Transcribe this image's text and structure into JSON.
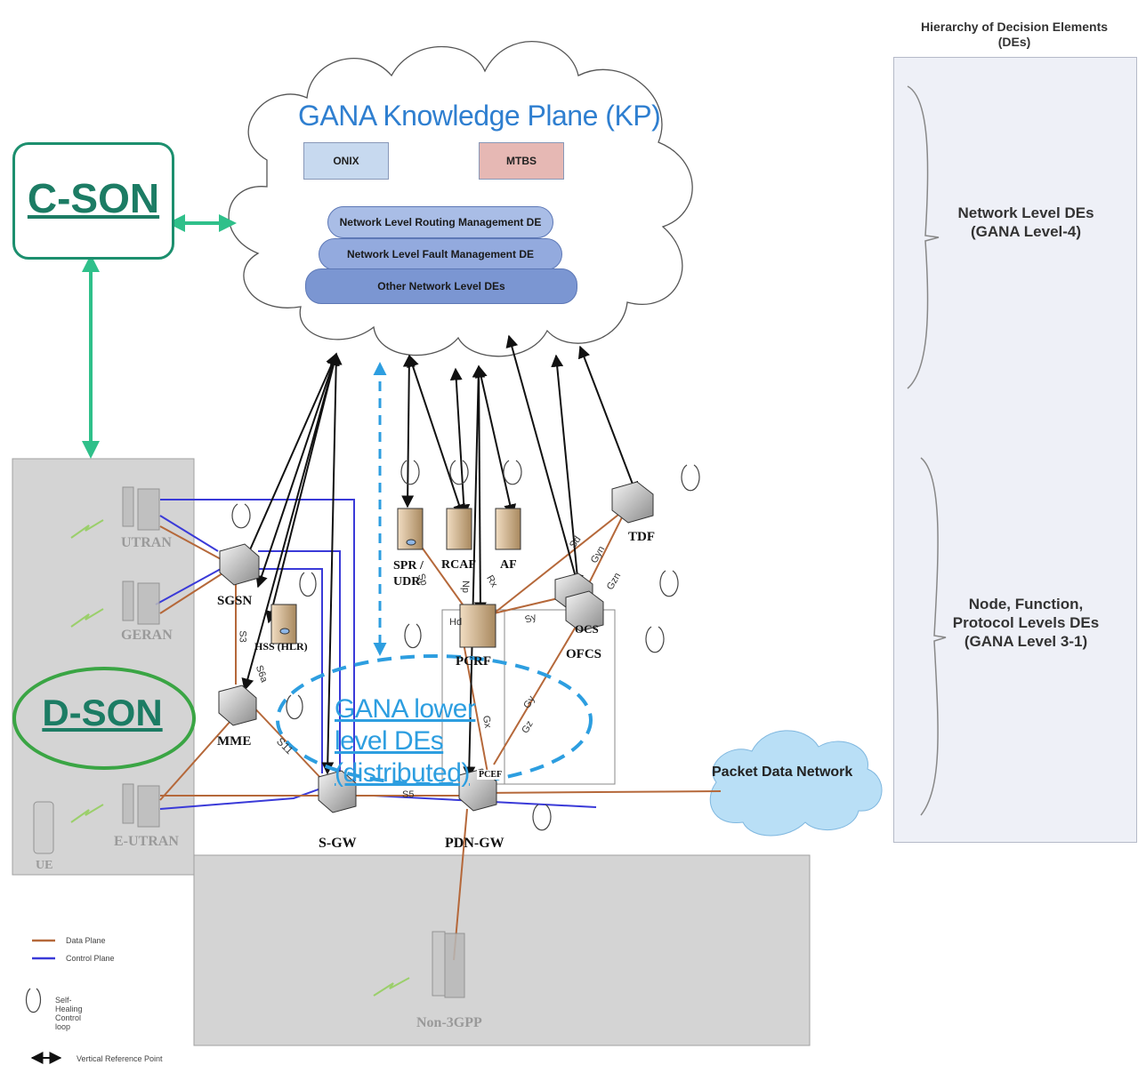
{
  "hierarchy": {
    "title": "Hierarchy of Decision Elements (DEs)",
    "upper": "Network Level DEs (GANA Level-4)",
    "lower": "Node, Function, Protocol Levels DEs (GANA Level 3-1)"
  },
  "c_son": "C-SON",
  "d_son": "D-SON",
  "knowledge_plane": {
    "title": "GANA Knowledge Plane (KP)",
    "boxes": [
      "ONIX",
      "MTBS"
    ],
    "layers": [
      "Network Level Routing Management DE",
      "Network Level Fault Management DE",
      "Other Network Level DEs"
    ]
  },
  "lower_level_des": "GANA lower level DEs (distributed)",
  "nodes": {
    "utran": "UTRAN",
    "geran": "GERAN",
    "eutran": "E-UTRAN",
    "ue": "UE",
    "sgsn": "SGSN",
    "hss": "HSS (HLR)",
    "mme": "MME",
    "sgw": "S-GW",
    "pdngw": "PDN-GW",
    "pcef": "PCEF",
    "spr": "SPR / UDR",
    "rcaf": "RCAF",
    "af": "AF",
    "pcrf": "PCRF",
    "ocs": "OCS",
    "ofcs": "OFCS",
    "tdf": "TDF",
    "non3gpp": "Non-3GPP",
    "pdn": "Packet Data Network"
  },
  "interfaces": {
    "s3": "S3",
    "s6a": "S6a",
    "s11": "S11",
    "s5": "S5",
    "sp": "Sp",
    "np": "Np",
    "rx": "Rx",
    "sd": "Sd",
    "gyn": "Gyn",
    "gzn": "Gzn",
    "sy": "Sy",
    "gx": "Gx",
    "gy": "Gy",
    "gz": "Gz",
    "hd": "Hd"
  },
  "legend": {
    "data_plane": "Data Plane",
    "control_plane": "Control Plane",
    "self_healing": "Self-Healing Control loop",
    "vertical_ref": "Vertical Reference Point"
  },
  "colors": {
    "data_plane": "#b5683a",
    "control_plane": "#3a3ad8",
    "son_border": "#1c8f6e",
    "son_arrow": "#2fc08a",
    "kp_title": "#2f7fd0",
    "lower_level": "#2d9ee0"
  }
}
